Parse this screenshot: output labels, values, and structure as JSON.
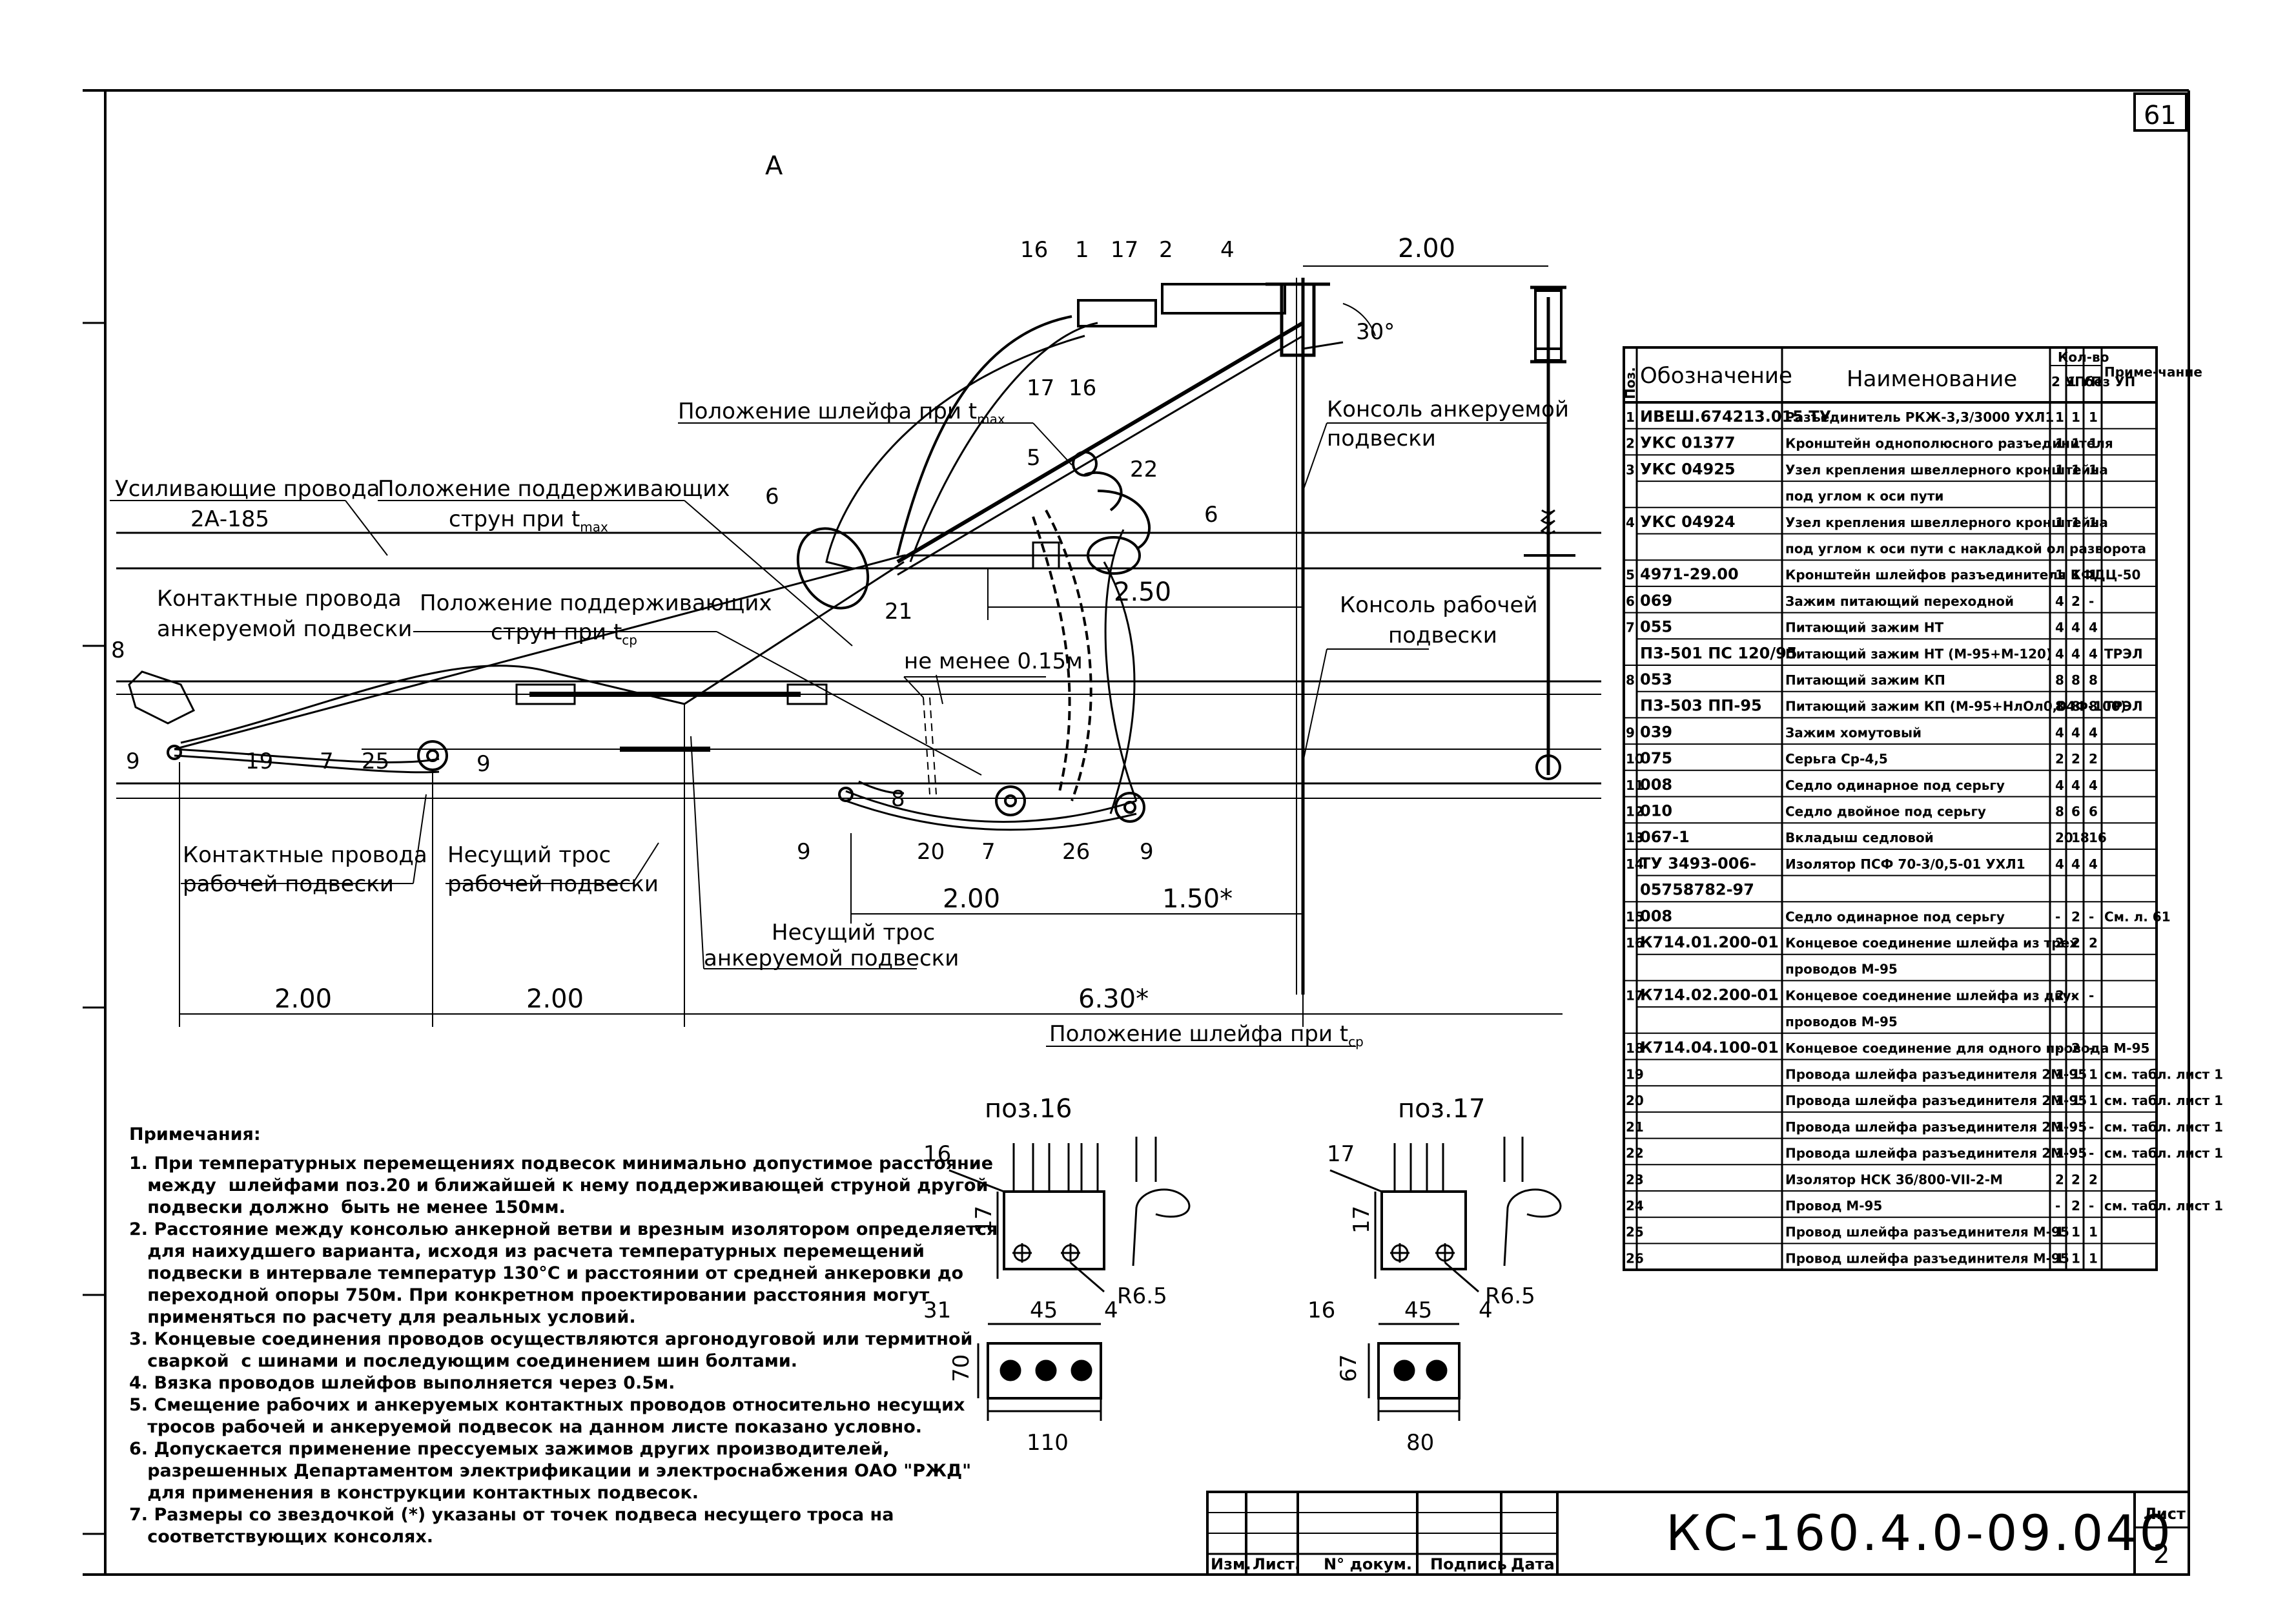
{
  "sheet_corner_no": "61",
  "view_label": "А",
  "dims": {
    "top_200": "2.00",
    "angle": "30°",
    "d250": "2.50",
    "min015": "не менее 0.15м",
    "d200_mid": "2.00",
    "d150": "1.50*",
    "d200_a": "2.00",
    "d200_b": "2.00",
    "d630": "6.30*"
  },
  "positions": {
    "p16a": "16",
    "p1": "1",
    "p17a": "17",
    "p2": "2",
    "p4": "4",
    "p17b": "17",
    "p16b": "16",
    "p5": "5",
    "p22": "22",
    "p6a": "6",
    "p6b": "6",
    "p21": "21",
    "p8a": "8",
    "p8b": "8",
    "p9a": "9",
    "p19": "19",
    "p7a": "7",
    "p25": "25",
    "p9b": "9",
    "p9c": "9",
    "p20": "20",
    "p7b": "7",
    "p26": "26",
    "p9d": "9"
  },
  "labels": {
    "shleif_tmax": "Положение шлейфа при t",
    "shleif_tmax_sub": "max",
    "console_anchor_1": "Консоль анкеруемой",
    "console_anchor_2": "подвески",
    "reinforce_1": "Усиливающие провода",
    "reinforce_2": "2А-185",
    "struny_tmax_1": "Положение поддерживающих",
    "struny_tmax_2": "струн при t",
    "struny_tmax_sub": "max",
    "struny_tsr_1": "Положение поддерживающих",
    "struny_tsr_2": "струн при t",
    "struny_tsr_sub": "ср",
    "contact_anchor_1": "Контактные провода",
    "contact_anchor_2": "анкеруемой подвески",
    "console_work_1": "Консоль рабочей",
    "console_work_2": "подвески",
    "contact_work_1": "Контактные провода",
    "contact_work_2": "рабочей подвески",
    "carrier_work_1": "Несущий трос",
    "carrier_work_2": "рабочей подвески",
    "carrier_anchor_1": "Несущий трос",
    "carrier_anchor_2": "анкеруемой подвески",
    "shleif_tsr": "Положение шлейфа при t",
    "shleif_tsr_sub": "ср"
  },
  "details": {
    "d16": {
      "title": "поз.16",
      "pos": "16",
      "h": "17",
      "w1": "31",
      "w2": "45",
      "w3": "4",
      "r": "R6.5",
      "bh": "70",
      "bw": "110"
    },
    "d17": {
      "title": "поз.17",
      "pos": "17",
      "h": "17",
      "w1": "16",
      "w2": "45",
      "w3": "4",
      "r": "R6.5",
      "bh": "67",
      "bw": "80"
    }
  },
  "notes": {
    "title": "Примечания:",
    "lines": [
      "1. При температурных перемещениях подвесок минимально допустимое расстояние",
      "   между  шлейфами поз.20 и ближайшей к нему поддерживающей струной другой",
      "   подвески должно  быть не менее 150мм.",
      "2. Расстояние между консолью анкерной ветви и врезным изолятором определяется",
      "   для наихудшего варианта, исходя из расчета температурных перемещений",
      "   подвески в интервале температур 130°С и расстоянии от средней анкеровки до",
      "   переходной опоры 750м. При конкретном проектировании расстояния могут",
      "   применяться по расчету для реальных условий.",
      "3. Концевые соединения проводов осуществляются аргонодуговой или термитной",
      "   сваркой  с шинами и последующим соединением шин болтами.",
      "4. Вязка проводов шлейфов выполняется через 0.5м.",
      "5. Смещение рабочих и анкеруемых контактных проводов относительно несущих",
      "   тросов рабочей и анкеруемой подвесок на данном листе показано условно.",
      "6. Допускается применение прессуемых зажимов других производителей,",
      "   разрешенных Департаментом электрификации и электроснабжения ОАО \"РЖД\"",
      "   для применения в конструкции контактных подвесок.",
      "7. Размеры со звездочкой (*) указаны от точек подвеса несущего троса на",
      "   соответствующих консолях."
    ]
  },
  "spec": {
    "headers": {
      "pos": "Поз.",
      "designation": "Обозначение",
      "name": "Наименование",
      "qty": "Кол-во",
      "q1": "2 УП",
      "q2": "1 УП",
      "q3": "без УП",
      "note": "Приме-чание"
    },
    "rows": [
      {
        "pos": "1",
        "des": "ИВЕШ.674213.015 ТУ",
        "name": "Разъединитель РКЖ-3,3/3000 УХЛ1",
        "q1": "1",
        "q2": "1",
        "q3": "1",
        "note": ""
      },
      {
        "pos": "2",
        "des": "УКС 01377",
        "name": "Кронштейн однополюсного разъединителя",
        "q1": "1",
        "q2": "1",
        "q3": "1",
        "note": ""
      },
      {
        "pos": "3",
        "des": "УКС 04925",
        "name": "Узел крепления швеллерного кронштейна",
        "q1": "1",
        "q2": "1",
        "q3": "1",
        "note": ""
      },
      {
        "pos": "",
        "des": "",
        "name": "под углом к оси пути",
        "q1": "",
        "q2": "",
        "q3": "",
        "note": ""
      },
      {
        "pos": "4",
        "des": "УКС 04924",
        "name": "Узел крепления швеллерного кронштейна",
        "q1": "1",
        "q2": "1",
        "q3": "1",
        "note": ""
      },
      {
        "pos": "",
        "des": "",
        "name": "под углом к оси пути с накладкой ол разворота",
        "q1": "",
        "q2": "",
        "q3": "",
        "note": ""
      },
      {
        "pos": "5",
        "des": "4971-29.00",
        "name": "Кронштейн шлейфов разъединителя КФДЦ-50",
        "q1": "1",
        "q2": "1",
        "q3": "1",
        "note": ""
      },
      {
        "pos": "6",
        "des": "069",
        "name": "Зажим питающий переходной",
        "q1": "4",
        "q2": "2",
        "q3": "-",
        "note": ""
      },
      {
        "pos": "7",
        "des": "055",
        "name": "Питающий зажим НТ",
        "q1": "4",
        "q2": "4",
        "q3": "4",
        "note": ""
      },
      {
        "pos": "",
        "des": "П3-501 ПС 120/95",
        "name": "Питающий зажим НТ (М-95+М-120)",
        "q1": "4",
        "q2": "4",
        "q3": "4",
        "note": "ТРЭЛ"
      },
      {
        "pos": "8",
        "des": "053",
        "name": "Питающий зажим КП",
        "q1": "8",
        "q2": "8",
        "q3": "8",
        "note": ""
      },
      {
        "pos": "",
        "des": "П3-503 ПП-95",
        "name": "Питающий зажим КП (М-95+НлОл0,04Ф-100)",
        "q1": "8",
        "q2": "8",
        "q3": "8",
        "note": "ТРЭЛ"
      },
      {
        "pos": "9",
        "des": "039",
        "name": "Зажим хомутовый",
        "q1": "4",
        "q2": "4",
        "q3": "4",
        "note": ""
      },
      {
        "pos": "10",
        "des": "075",
        "name": "Серьга Ср-4,5",
        "q1": "2",
        "q2": "2",
        "q3": "2",
        "note": ""
      },
      {
        "pos": "11",
        "des": "008",
        "name": "Седло одинарное под серьгу",
        "q1": "4",
        "q2": "4",
        "q3": "4",
        "note": ""
      },
      {
        "pos": "12",
        "des": "010",
        "name": "Седло двойное под серьгу",
        "q1": "8",
        "q2": "6",
        "q3": "6",
        "note": ""
      },
      {
        "pos": "13",
        "des": "067-1",
        "name": "Вкладыш седловой",
        "q1": "20",
        "q2": "18",
        "q3": "16",
        "note": ""
      },
      {
        "pos": "14",
        "des": "ТУ 3493-006-",
        "name": "Изолятор ПСФ 70-3/0,5-01 УХЛ1",
        "q1": "4",
        "q2": "4",
        "q3": "4",
        "note": ""
      },
      {
        "pos": "",
        "des": "05758782-97",
        "name": "",
        "q1": "",
        "q2": "",
        "q3": "",
        "note": ""
      },
      {
        "pos": "15",
        "des": "008",
        "name": "Седло одинарное под серьгу",
        "q1": "-",
        "q2": "2",
        "q3": "-",
        "note": "См. л. 61"
      },
      {
        "pos": "16",
        "des": "К714.01.200-01",
        "name": "Концевое соединение шлейфа из трех",
        "q1": "2",
        "q2": "2",
        "q3": "2",
        "note": ""
      },
      {
        "pos": "",
        "des": "",
        "name": "проводов М-95",
        "q1": "",
        "q2": "",
        "q3": "",
        "note": ""
      },
      {
        "pos": "17",
        "des": "К714.02.200-01",
        "name": "Концевое соединение шлейфа из двух",
        "q1": "2",
        "q2": "-",
        "q3": "-",
        "note": ""
      },
      {
        "pos": "",
        "des": "",
        "name": "проводов М-95",
        "q1": "",
        "q2": "",
        "q3": "",
        "note": ""
      },
      {
        "pos": "18",
        "des": "К714.04.100-01",
        "name": "Концевое соединение для одного провода М-95",
        "q1": "-",
        "q2": "2",
        "q3": "-",
        "note": ""
      },
      {
        "pos": "19",
        "des": "",
        "name": "Провода шлейфа разъединителя 2М-95",
        "q1": "1",
        "q2": "1",
        "q3": "1",
        "note": "см. табл. лист 1"
      },
      {
        "pos": "20",
        "des": "",
        "name": "Провода шлейфа разъединителя 2М-95",
        "q1": "1",
        "q2": "1",
        "q3": "1",
        "note": "см. табл. лист 1"
      },
      {
        "pos": "21",
        "des": "",
        "name": "Провода шлейфа разъединителя 2М-95",
        "q1": "1",
        "q2": "-",
        "q3": "-",
        "note": "см. табл. лист 1"
      },
      {
        "pos": "22",
        "des": "",
        "name": "Провода шлейфа разъединителя 2М-95",
        "q1": "1",
        "q2": "-",
        "q3": "-",
        "note": "см. табл. лист 1"
      },
      {
        "pos": "23",
        "des": "",
        "name": "Изолятор НСК 3б/800-VII-2-М",
        "q1": "2",
        "q2": "2",
        "q3": "2",
        "note": ""
      },
      {
        "pos": "24",
        "des": "",
        "name": "Провод М-95",
        "q1": "-",
        "q2": "2",
        "q3": "-",
        "note": "см. табл. лист 1"
      },
      {
        "pos": "25",
        "des": "",
        "name": "Провод шлейфа разъединителя М-95",
        "q1": "1",
        "q2": "1",
        "q3": "1",
        "note": ""
      },
      {
        "pos": "26",
        "des": "",
        "name": "Провод шлейфа разъединителя М-95",
        "q1": "1",
        "q2": "1",
        "q3": "1",
        "note": ""
      }
    ]
  },
  "title_block": {
    "code": "КС-160.4.0-09.040",
    "izm": "Изм.",
    "list": "Лист.",
    "doc": "N° докум.",
    "sign": "Подпись",
    "date": "Дата",
    "sheet_label": "Лист",
    "sheet_no": "2"
  }
}
